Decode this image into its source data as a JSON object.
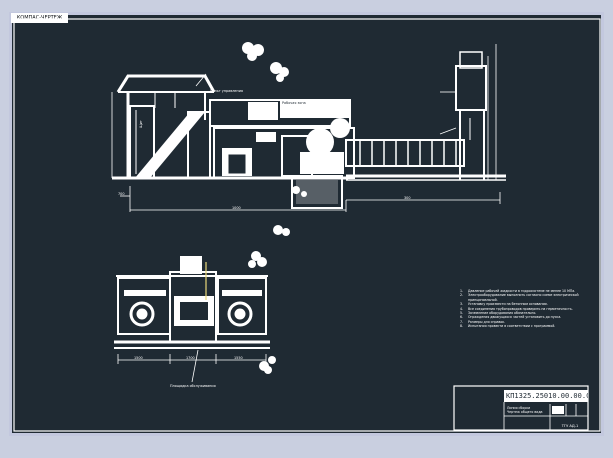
{
  "app": {
    "tab_label": "КОМПАС-ЧЕРТЕЖ"
  },
  "colors": {
    "canvas": "#1f2a33",
    "frame": "#c3c8de",
    "lines": "#ffffff"
  },
  "drawing": {
    "labels": {
      "top_a": "Пульт управления",
      "top_b": "Рабочая зона",
      "left_vertical": "Щит ",
      "dim_bottom_left": "1000",
      "dim_bottom_right": "300",
      "dim_small": "700",
      "view_bottom_a": "1500",
      "view_bottom_b": "1700",
      "view_bottom_c": "1550",
      "callout": "Площадка обслуживания"
    },
    "notes": [
      {
        "n": "1.",
        "text": "Давление рабочей жидкости в гидросистеме не менее 10 МПа."
      },
      {
        "n": "2.",
        "text": "Электрооборудование выполнить согласно схеме электрической принципиальной."
      },
      {
        "n": "3.",
        "text": "Установку произвести на бетонном основании."
      },
      {
        "n": "4.",
        "text": "Все соединения трубопроводов проверить на герметичность."
      },
      {
        "n": "5.",
        "text": "Заземление оборудования обязательно."
      },
      {
        "n": "6.",
        "text": "Ограждения движущихся частей установить до пуска."
      },
      {
        "n": "7.",
        "text": "Размеры для справок."
      },
      {
        "n": "8.",
        "text": "Испытания провести в соответствии с программой."
      }
    ],
    "stamp": {
      "code": "КП1325.25010.00.00.СБ",
      "title": "Линия сборки",
      "subtitle": "Чертеж общего вида",
      "org": "ТГУ АД-1"
    }
  }
}
